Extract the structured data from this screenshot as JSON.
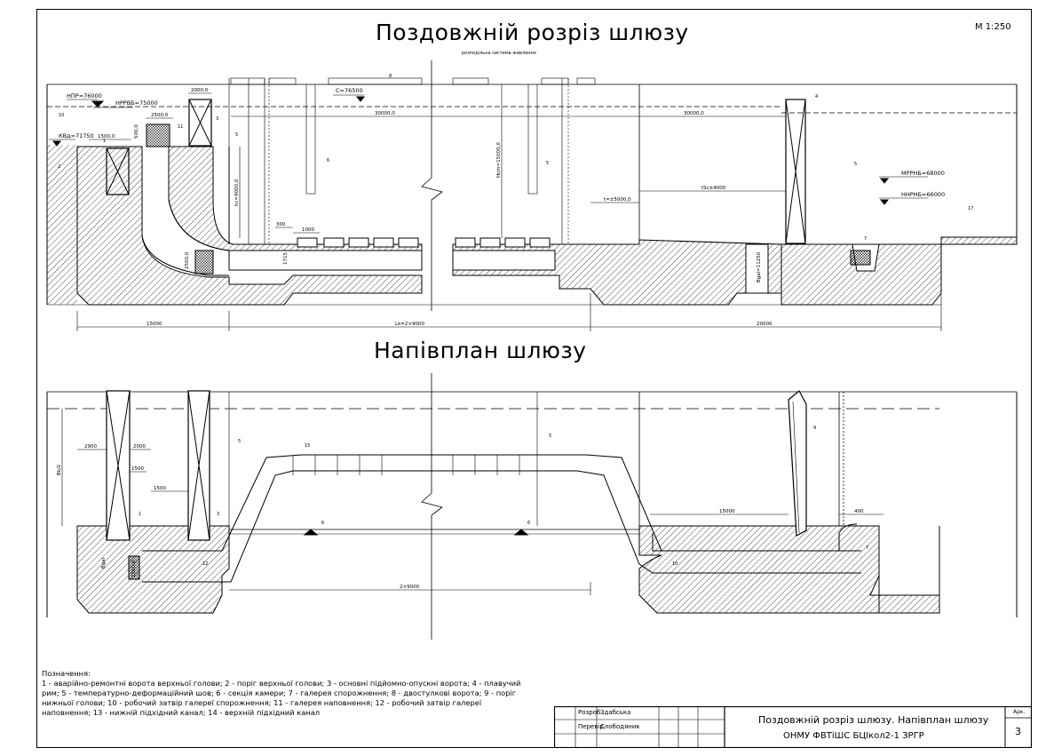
{
  "drawing": {
    "title_section": "Поздовжній розріз шлюзу",
    "title_plan": "Напівплан шлюзу",
    "scale": "М 1:250",
    "supply_note": "розподільна система живлення"
  },
  "section_labels": {
    "npr": "НПР=76000",
    "nprvb": "НРРВБ=75000",
    "kv": "КВд=71750",
    "c": "С=76500",
    "mprnb": "МРРНБ=68000",
    "nnrnb": "ННРНБ=66000",
    "dim_30000_left": "30000,0",
    "dim_30000_right": "30000,0",
    "dim_2000_top": "2000,0",
    "dim_2500_top": "2500,0",
    "dim_1500": "1500,0",
    "dim_500": "500,0",
    "dim_hc_left": "hc=9000,0",
    "dim_hc_mid": "Hcm=15000,0",
    "dim_300": "300",
    "dim_1000": "1000",
    "dim_1715": "1715",
    "dim_2500_gal": "2500,0",
    "dim_t": "t=±5000,0",
    "dim_tsc": "tSc±4000",
    "dim_bgal": "Bgal=11250",
    "dim_15000": "15000",
    "dim_lk": "Lk=2×9000",
    "dim_20000": "20000",
    "n1": "1",
    "n2": "2",
    "n3": "3",
    "n4": "4",
    "n5a": "5",
    "n5b": "5",
    "n5c": "5",
    "n6": "6",
    "n7": "7",
    "n8": "8",
    "n10": "10",
    "n11": "11",
    "n17": "17"
  },
  "plan_labels": {
    "dim_2900": "2900",
    "dim_2000": "2000",
    "dim_1500a": "1500",
    "dim_1500b": "1500",
    "dim_bk2": "Bk/2",
    "dim_bgal": "Bgal",
    "dim_2500": "2500,0",
    "dim_2x9000": "2×9000",
    "dim_15000": "15000",
    "dim_400": "400",
    "n1": "1",
    "n3": "3",
    "n5a": "5",
    "n5b": "5",
    "n6a": "6",
    "n6b": "6",
    "n7": "7",
    "n9": "9",
    "n10": "10",
    "n12": "12",
    "n15": "15"
  },
  "legend": {
    "heading": "Позначення:",
    "text": "1 - аварійно-ремонтні ворота верхньої голови;  2 - поріг верхньої голови; 3 - основні підйомно-опускні ворота; 4 - плавучий рим; 5 - температурно-деформаційний шов; 6 - секція камери; 7 - галерея спорожнення; 8 - двостулкові ворота; 9 - поріг нижньої голови; 10 - робочий затвір галереї спорожнення; 11 - галерея наповнення; 12 - робочий затвір галереї наповнення; 13 - нижній підхідний канал; 14 - верхній підхідний канал"
  },
  "stamp": {
    "row1_role": "Розроб.",
    "row1_name": "Здабська",
    "row2_role": "Перевір.",
    "row2_name": "Слободяник",
    "title": "Поздовжній розріз шлюзу. Напівплан шлюзу",
    "org": "ОНМУ ФВТіШС БЦІкол2-1 ЗРГР",
    "sheet_label": "Арк.",
    "sheet_no": "3"
  }
}
